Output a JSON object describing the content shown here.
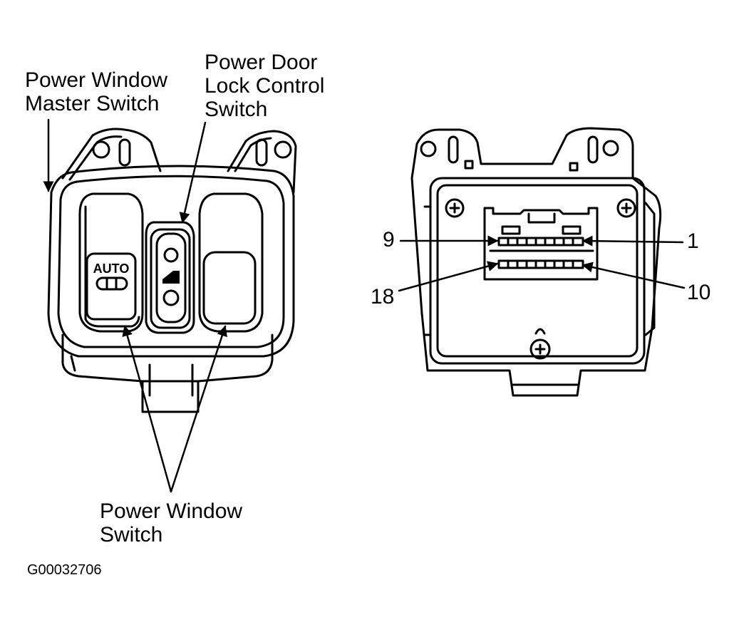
{
  "labels": {
    "master_switch": "Power Window\nMaster Switch",
    "door_lock_switch": "Power Door\nLock Control\nSwitch",
    "window_switch": "Power Window\nSwitch",
    "auto_button": "AUTO"
  },
  "connector_pins": {
    "top_left": "9",
    "top_right": "1",
    "bottom_left": "18",
    "bottom_right": "10"
  },
  "figure_id": "G00032706"
}
